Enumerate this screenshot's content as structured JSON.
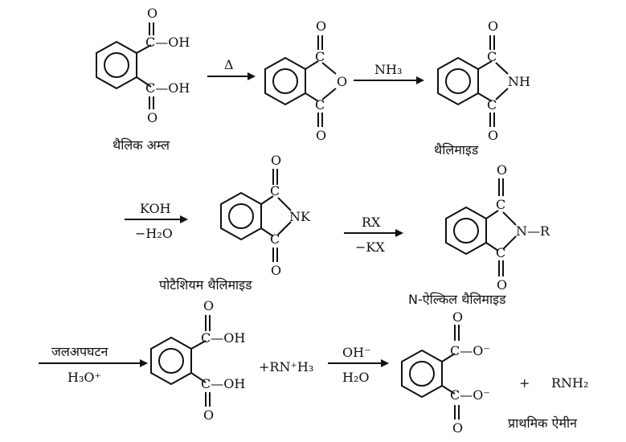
{
  "labels": {
    "phthalic_acid": "थैलिक अम्ल",
    "phthalimide": "थैलिमाइड",
    "potassium_phthalimide": "पोटैशियम थैलिमाइड",
    "n_alkyl_phthalimide": "N-ऐल्किल थैलिमाइड",
    "primary_amine": "प्राथमिक ऐमीन"
  },
  "reagents": {
    "heat": "Δ",
    "nh3": "NH₃",
    "koh": "KOH",
    "minus_h2o": "−H₂O",
    "rx": "RX",
    "minus_kx": "−KX",
    "hydrolysis": "जलअपघटन",
    "h3o": "H₃O⁺",
    "oh_minus": "OH⁻",
    "h2o": "H₂O"
  },
  "groups": {
    "o": "O",
    "c": "C",
    "oh": "—OH",
    "c_oh": "C—OH",
    "nh": "NH",
    "nk": "NK",
    "n_r": "N—R",
    "c_ominus": "C—O⁻",
    "plus_rnh3": "+RN⁺H₃",
    "plus": "+",
    "rnh2": "RNH₂"
  }
}
